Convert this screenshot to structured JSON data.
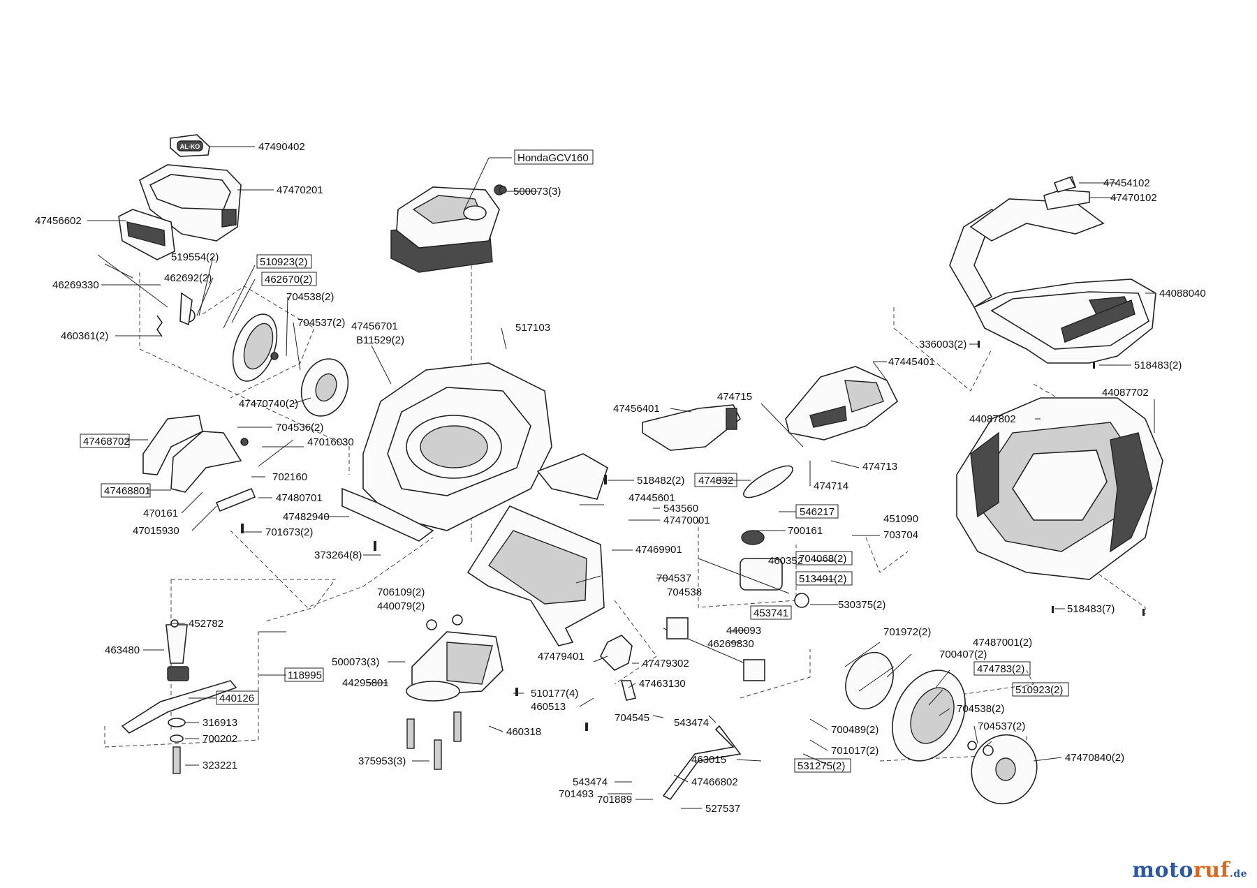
{
  "labels": {
    "l01": "47490402",
    "l02": "47470201",
    "l03": "47456602",
    "l04": "519554(2)",
    "l05": "510923(2)",
    "l06": "46269330",
    "l07": "462692(2)",
    "l08": "462670(2)",
    "l09": "704538(2)",
    "l10": "704537(2)",
    "l11": "460361(2)",
    "l12": "47470740(2)",
    "l13": "HondaGCV160",
    "l14": "500073(3)",
    "l15": "47456701",
    "l16": "B11529(2)",
    "l17": "517103",
    "l18": "47454102",
    "l19": "47470102",
    "l20": "44088040",
    "l21": "336003(2)",
    "l22": "518483(2)",
    "l23": "47445401",
    "l24": "474715",
    "l25": "47456401",
    "l26": "44087702",
    "l27": "44087802",
    "l28": "474713",
    "l29": "474832",
    "l30": "474714",
    "l31": "518482(2)",
    "l32": "47445601",
    "l33": "543560",
    "l34": "47470001",
    "l35": "47468702",
    "l36": "704536(2)",
    "l37": "47016030",
    "l38": "702160",
    "l39": "47468801",
    "l40": "47480701",
    "l41": "470161",
    "l42": "47482940",
    "l43": "47015930",
    "l44": "701673(2)",
    "l45": "373264(8)",
    "l46": "546217",
    "l47": "700161",
    "l48": "451090",
    "l49": "703704",
    "l50": "47469901",
    "l51": "460352",
    "l52": "704068(2)",
    "l53": "513491(2)",
    "l54": "704537",
    "l55": "704538",
    "l56": "706109(2)",
    "l57": "440079(2)",
    "l58": "530375(2)",
    "l59": "452782",
    "l60": "453741",
    "l61": "518483(7)",
    "l62": "440093",
    "l63": "46269830",
    "l64": "463480",
    "l65": "701972(2)",
    "l66": "47487001(2)",
    "l67": "700407(2)",
    "l68": "500073(3)",
    "l69": "118995",
    "l70": "47479401",
    "l71": "47479302",
    "l72": "474783(2)",
    "l73": "44295801",
    "l74": "47463130",
    "l75": "510923(2)",
    "l76": "440126",
    "l77": "510177(4)",
    "l78": "704538(2)",
    "l79": "460513",
    "l80": "704545",
    "l81": "543474",
    "l82": "704537(2)",
    "l83": "316913",
    "l84": "460318",
    "l85": "700489(2)",
    "l86": "700202",
    "l87": "701017(2)",
    "l88": "47470840(2)",
    "l89": "323221",
    "l90": "375953(3)",
    "l91": "463015",
    "l92": "531275(2)",
    "l93": "543474",
    "l94": "47466802",
    "l95": "701493",
    "l96": "701889",
    "l97": "527537"
  },
  "brand": {
    "logo_text": "AL-KO",
    "watermark_main": "moto",
    "watermark_accent": "ruf",
    "watermark_tld": ".de",
    "colors": {
      "watermark_blue": "#2b57a6",
      "watermark_orange": "#d9671e"
    }
  }
}
